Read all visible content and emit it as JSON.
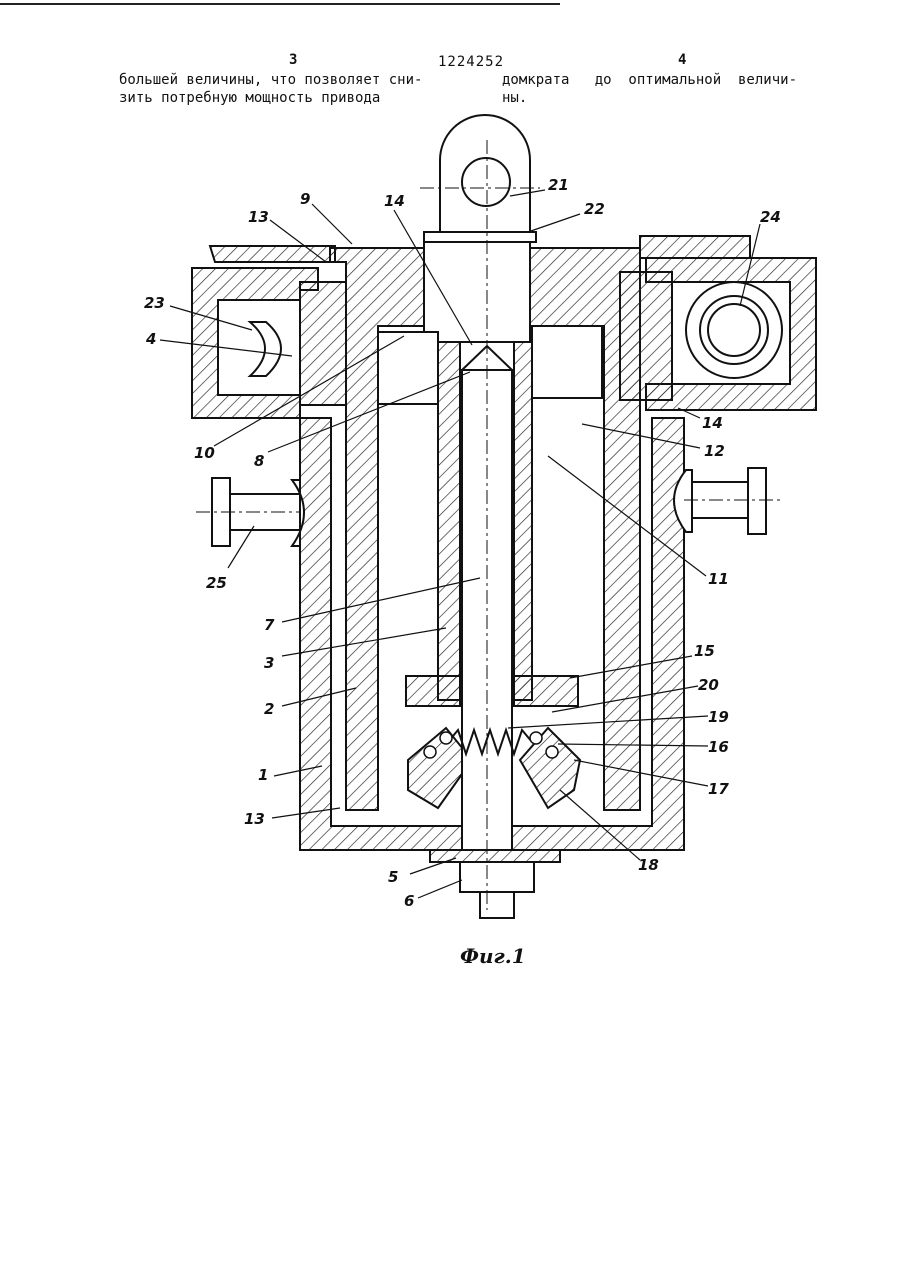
{
  "header": {
    "col_left_number": "3",
    "patent_number": "1224252",
    "col_right_number": "4"
  },
  "text": {
    "left_line1": "большей величины, что позволяет сни-",
    "left_line2": "зить потребную мощность привода",
    "right_line1": "домкрата   до  оптимальной  величи-",
    "right_line2": "ны."
  },
  "figure": {
    "caption": "Фиг.1",
    "labels": [
      "21",
      "22",
      "14",
      "9",
      "13",
      "24",
      "23",
      "4",
      "10",
      "8",
      "14",
      "12",
      "25",
      "11",
      "7",
      "3",
      "15",
      "20",
      "2",
      "19",
      "16",
      "1",
      "17",
      "13",
      "18",
      "5",
      "6"
    ]
  }
}
